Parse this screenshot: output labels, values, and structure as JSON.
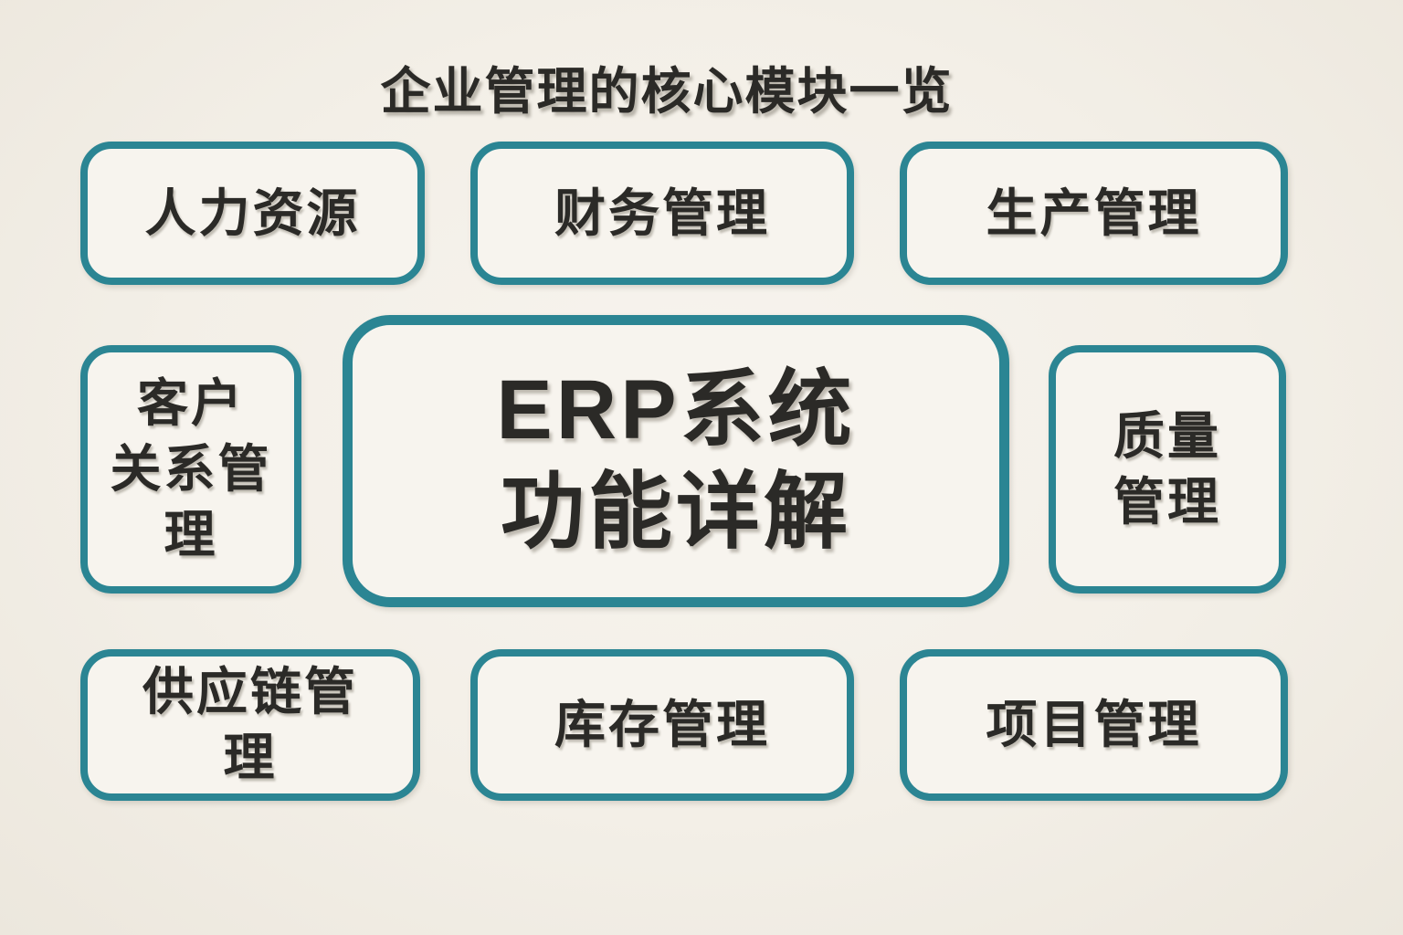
{
  "title": "企业管理的核心模块一览",
  "center_node": {
    "label": "ERP系统\n功能详解"
  },
  "modules": [
    {
      "id": "hr",
      "label": "人力资源"
    },
    {
      "id": "finance",
      "label": "财务管理"
    },
    {
      "id": "production",
      "label": "生产管理"
    },
    {
      "id": "crm",
      "label": "客户\n关系管\n理"
    },
    {
      "id": "quality",
      "label": "质量\n管理"
    },
    {
      "id": "scm",
      "label": "供应链管\n理"
    },
    {
      "id": "inventory",
      "label": "库存管理"
    },
    {
      "id": "project",
      "label": "项目管理"
    }
  ],
  "colors": {
    "background": "#f3efe7",
    "box_fill": "#f7f4ee",
    "border_teal": "#2b8593",
    "text": "#2b2a27"
  }
}
